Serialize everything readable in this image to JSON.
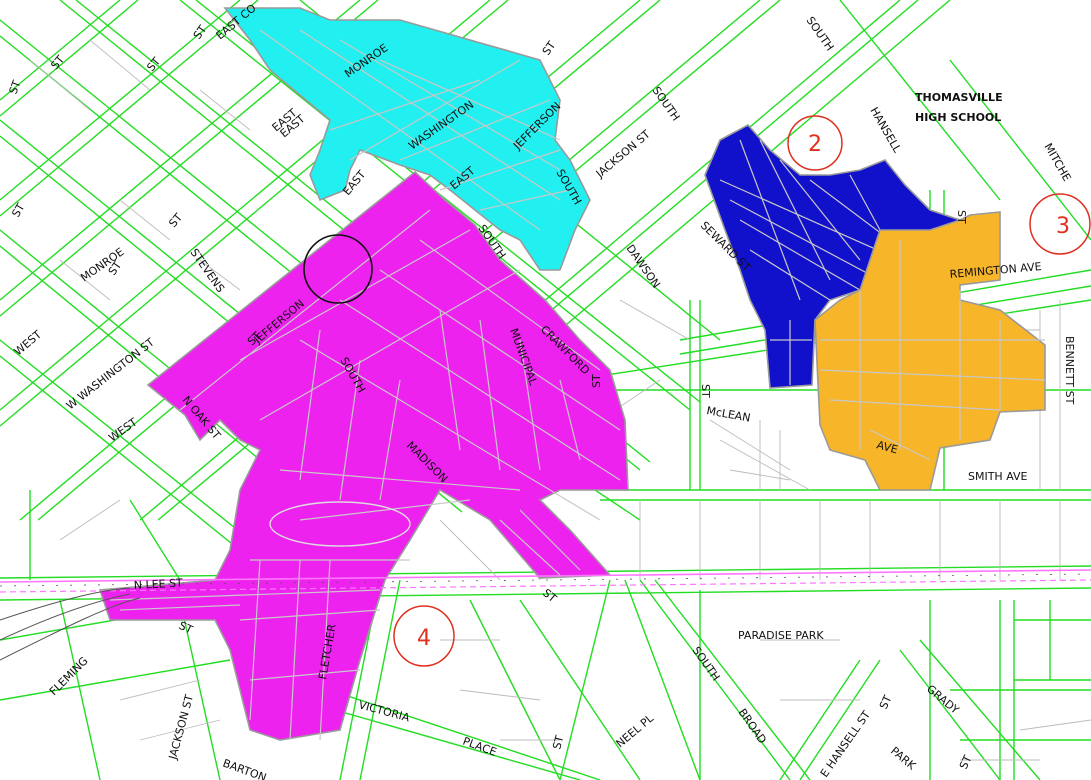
{
  "colors": {
    "street": "#22dd22",
    "lot": "#bcbcbc",
    "district_cyan": "#22f0f0",
    "district_magenta": "#ee22ee",
    "district_blue": "#1111cc",
    "district_orange": "#f7b52a",
    "marker_number": "#e03020",
    "railroad_pink": "#ff77ff",
    "railroad_dark": "#555555"
  },
  "district_markers": [
    "2",
    "3",
    "4"
  ],
  "landmarks": {
    "high_school_line1": "THOMASVILLE",
    "high_school_line2": "HIGH SCHOOL",
    "park": "PARADISE PARK"
  },
  "streets": {
    "east_co": "EAST CO",
    "monroe_top": "MONROE",
    "east_top": "EAST",
    "washington_top": "WASHINGTON",
    "jefferson_top": "JEFFERSON",
    "st_1": "ST",
    "st_2": "ST",
    "st_3": "ST",
    "st_4": "ST",
    "st_5": "ST",
    "st_6": "ST",
    "st_7": "ST",
    "st_8": "ST",
    "st_9": "ST",
    "st_10": "ST",
    "st_11": "ST",
    "st_12": "ST",
    "st_13": "ST",
    "st_14": "ST",
    "st_15": "ST",
    "st_16": "ST",
    "st_17": "ST",
    "east_1": "EAST",
    "east_2": "EAST",
    "east_3": "EAST",
    "south_1": "SOUTH",
    "south_2": "SOUTH",
    "south_3": "SOUTH",
    "south_4": "SOUTH",
    "south_5": "SOUTH",
    "south_6": "SOUTH",
    "jackson_st": "JACKSON ST",
    "hansell": "HANSELL",
    "mitchell": "MITCHE",
    "seward_st": "SEWARD ST",
    "dawson": "DAWSON",
    "crawford": "CRAWFORD",
    "remington_ave": "REMINGTON AVE",
    "bennett_st": "BENNETT ST",
    "monroe_west": "MONROE",
    "stevens": "STEVENS",
    "west_1": "WEST",
    "west_2": "WEST",
    "w_washington_st": "W WASHINGTON ST",
    "jefferson_mid": "JEFFERSON",
    "n_oak_st": "N OAK ST",
    "mcLean": "McLEAN",
    "ave_orange": "AVE",
    "smith_ave": "SMITH AVE",
    "municipal": "MUNICIPAL",
    "madison": "MADISON",
    "n_lee_st": "N LEE ST",
    "fletcher": "FLETCHER",
    "fleming": "FLEMING",
    "jackson_st_low": "JACKSON ST",
    "victoria": "VICTORIA",
    "place": "PLACE",
    "neel_pl": "NEEL PL",
    "broad": "BROAD",
    "e_hansell_st": "E HANSELL ST",
    "grady": "GRADY",
    "park": "PARK",
    "barton": "BARTON"
  }
}
